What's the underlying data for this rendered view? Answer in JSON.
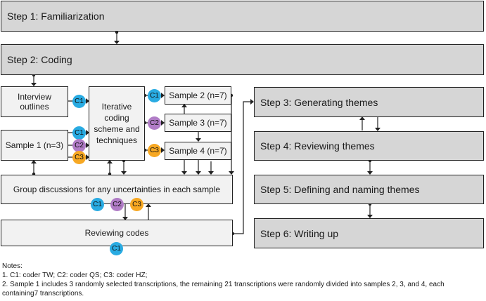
{
  "steps": {
    "s1": "Step 1: Familiarization",
    "s2": "Step 2: Coding",
    "s3": "Step 3: Generating themes",
    "s4": "Step 4: Reviewing themes",
    "s5": "Step 5: Defining and naming themes",
    "s6": "Step 6: Writing up"
  },
  "boxes": {
    "interview_outlines": "Interview outlines",
    "iterative": "Iterative coding scheme and techniques",
    "sample1": "Sample 1 (n=3)",
    "sample2": "Sample 2 (n=7)",
    "sample3": "Sample 3 (n=7)",
    "sample4": "Sample 4 (n=7)",
    "group_discussions": "Group discussions for any uncertainties in each sample",
    "reviewing_codes": "Reviewing codes"
  },
  "coders": {
    "c1": {
      "label": "C1",
      "color": "#29abe2"
    },
    "c2": {
      "label": "C2",
      "color": "#b07cc6"
    },
    "c3": {
      "label": "C3",
      "color": "#f7a823"
    }
  },
  "notes": {
    "heading": "Notes:",
    "line1": "1. C1: coder TW; C2: coder QS; C3: coder HZ;",
    "line2": "2. Sample 1 includes 3 randomly selected transcriptions, the remaining 21 transcriptions were randomly divided into samples 2, 3, and 4, each containing7 transcriptions."
  }
}
